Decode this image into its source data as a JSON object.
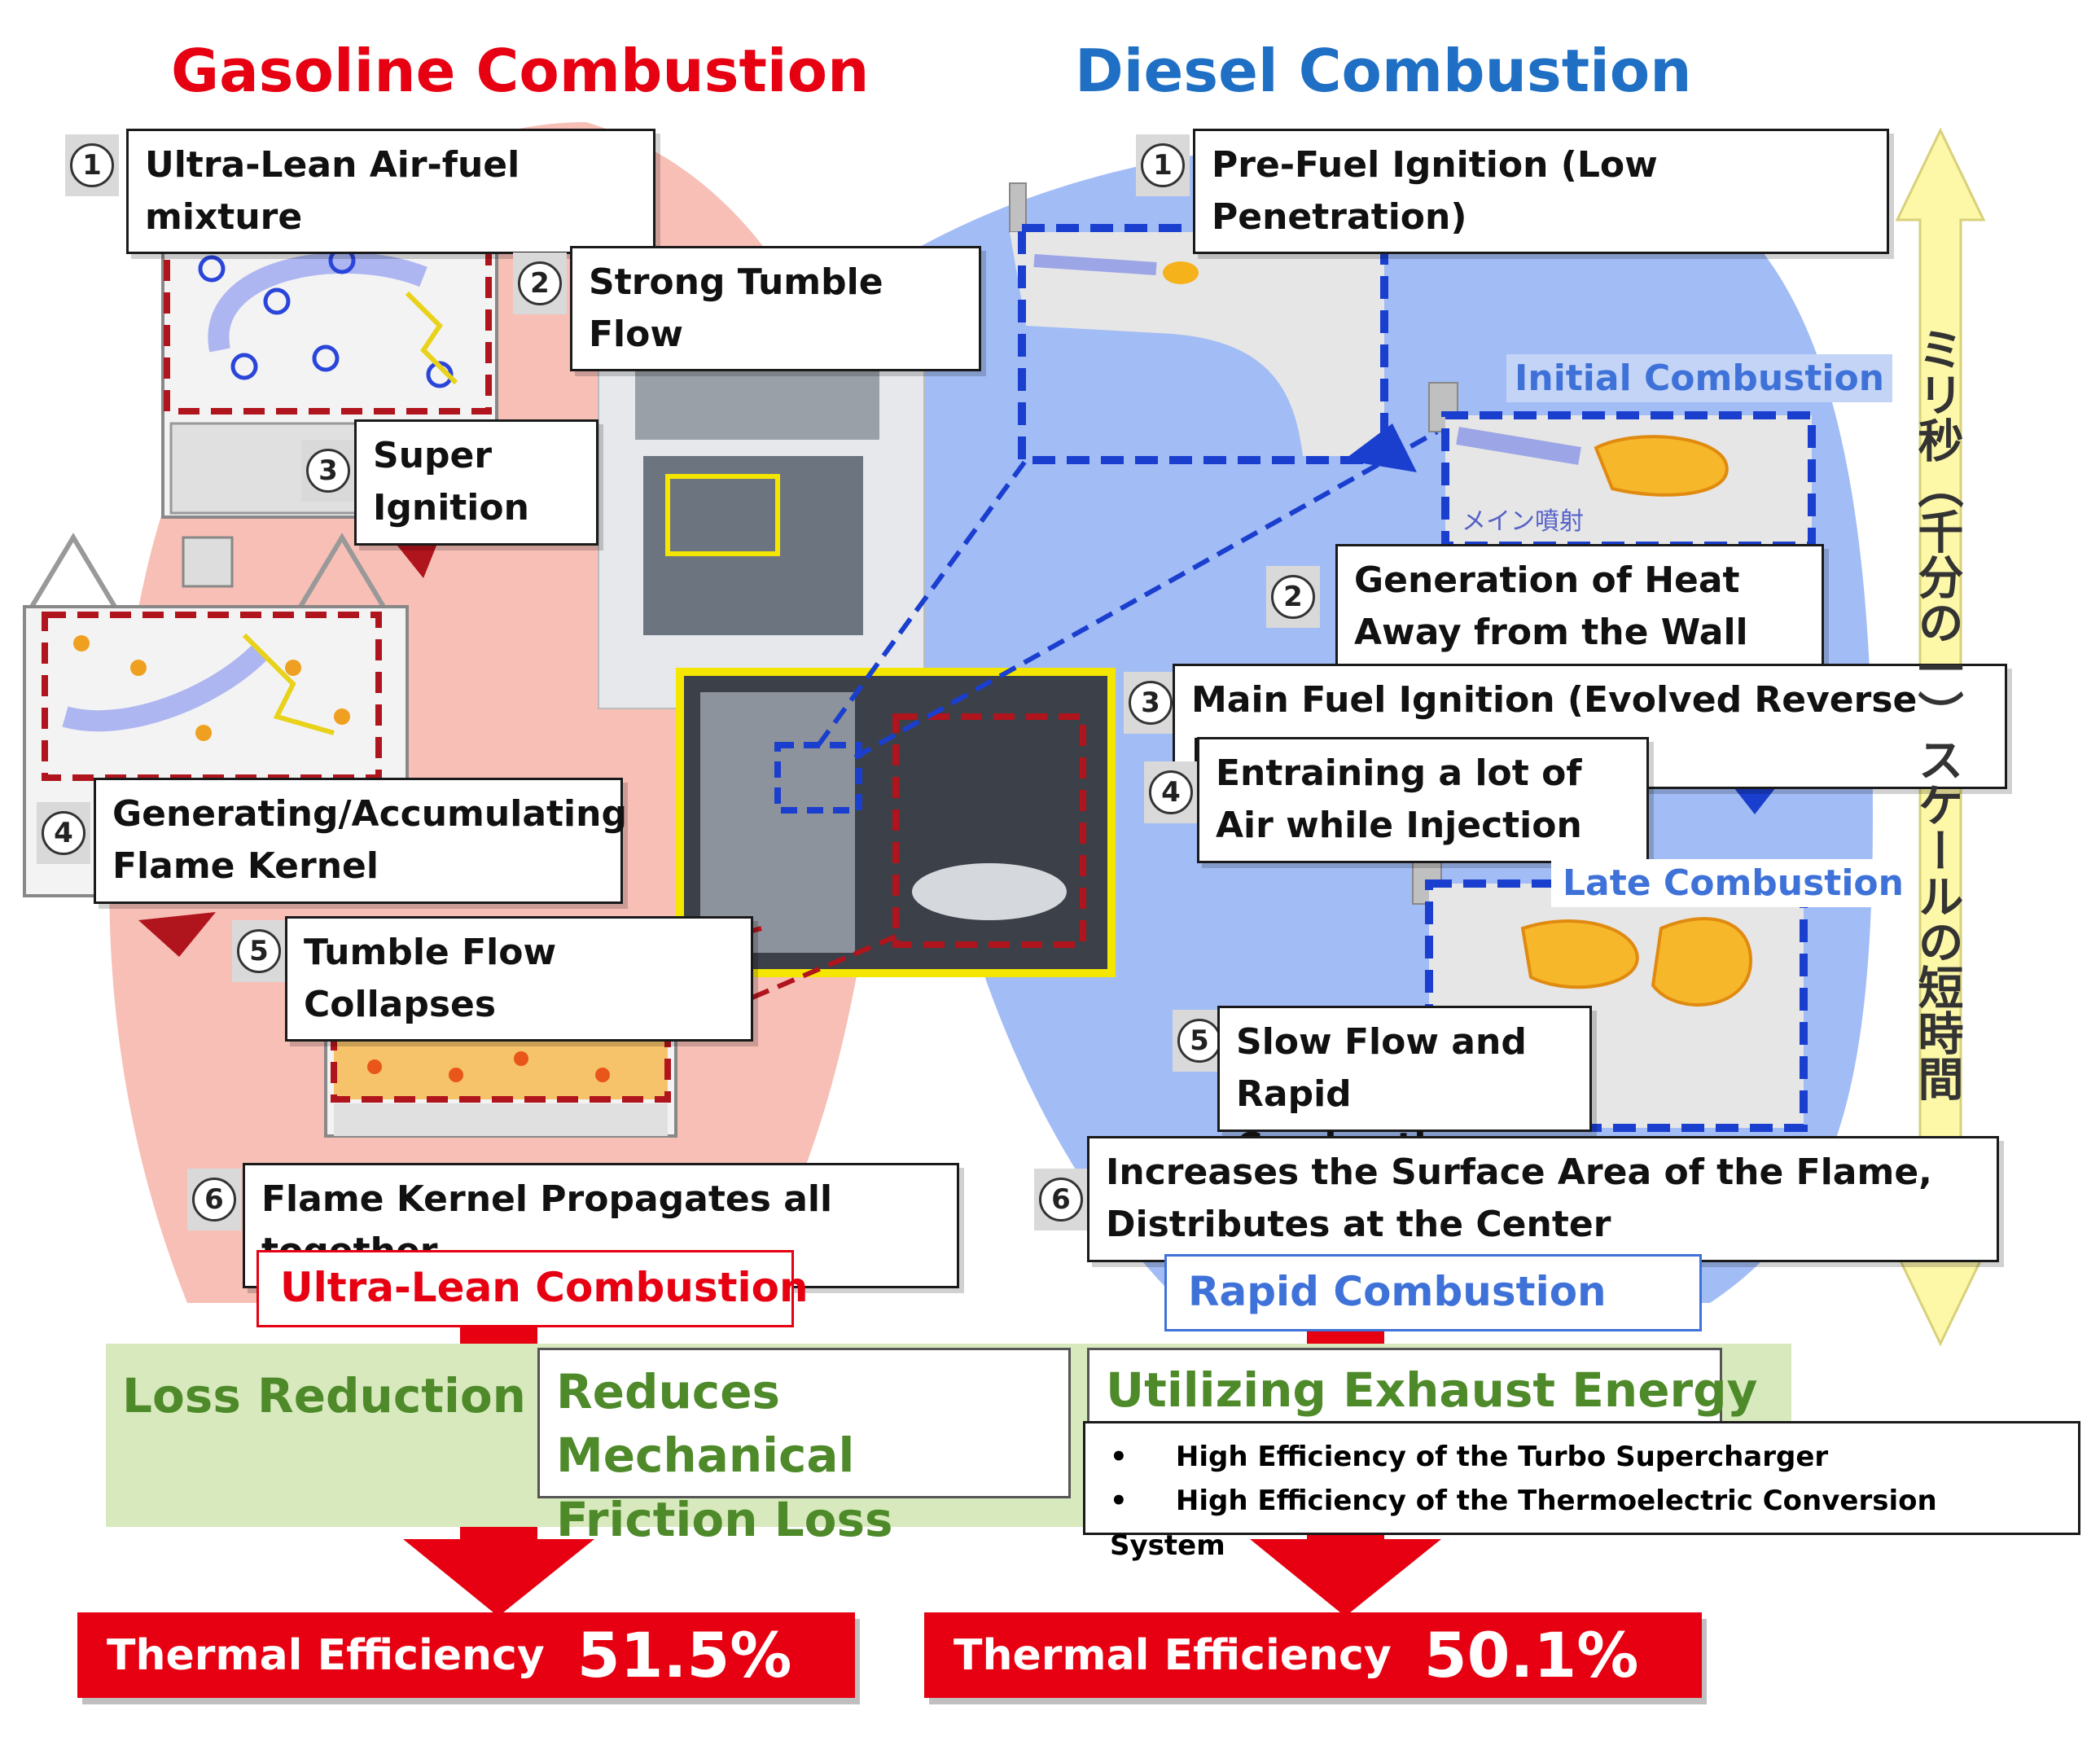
{
  "gasoline": {
    "title": "Gasoline Combustion",
    "steps": [
      {
        "num": "1",
        "label": "Ultra-Lean Air-fuel mixture"
      },
      {
        "num": "2",
        "label": "Strong Tumble Flow"
      },
      {
        "num": "3",
        "label": "Super Ignition"
      },
      {
        "num": "4",
        "label": "Generating/Accumulating Flame Kernel"
      },
      {
        "num": "5",
        "label": "Tumble Flow Collapses"
      },
      {
        "num": "6",
        "label": "Flame Kernel Propagates all together"
      }
    ],
    "result": "Ultra-Lean Combustion"
  },
  "diesel": {
    "title": "Diesel Combustion",
    "steps": [
      {
        "num": "1",
        "label": "Pre-Fuel Ignition (Low Penetration)"
      },
      {
        "num": "2",
        "label": "Generation of Heat Away from the Wall"
      },
      {
        "num": "3",
        "label": "Main Fuel Ignition (Evolved Reverse Delta)"
      },
      {
        "num": "4",
        "label": "Entraining a lot of Air while Injection"
      },
      {
        "num": "5",
        "label": "Slow Flow and Rapid Combustion"
      },
      {
        "num": "6",
        "label": "Increases the Surface Area of the Flame, Distributes at the Center"
      }
    ],
    "phase_initial": "Initial Combustion",
    "phase_late": "Late Combustion",
    "diagram_jp": "メイン噴射",
    "result": "Rapid Combustion",
    "time_axis_jp": "ミリ秒（千分の一）スケールの短時間"
  },
  "benefits": {
    "loss_reduction": "Loss Reduction",
    "mechanical": "Reduces Mechanical Friction Loss",
    "exhaust": "Utilizing Exhaust Energy",
    "exhaust_bullets": [
      "High Efficiency of the Turbo Supercharger",
      "High Efficiency of the Thermoelectric Conversion System"
    ]
  },
  "efficiency": {
    "label": "Thermal Efficiency",
    "gasoline_value": "51.5%",
    "diesel_value": "50.1%"
  },
  "colors": {
    "gasoline_red": "#e60012",
    "diesel_blue": "#1f6fc4",
    "pink_circle": "#f6b8ae",
    "blue_circle": "#9db8f5",
    "green_text": "#4e8a2a",
    "green_band": "#d7e9bd",
    "arrow_yellow": "#fdf7a8"
  }
}
